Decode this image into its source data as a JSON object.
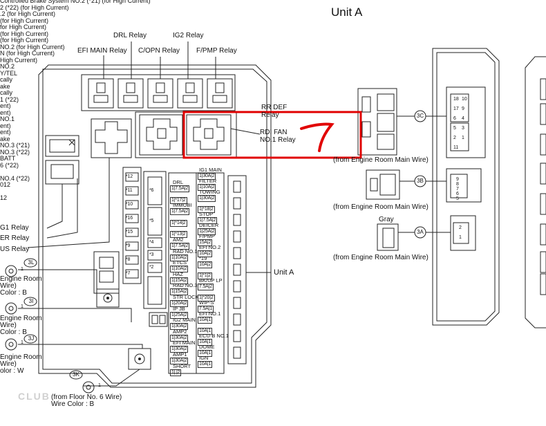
{
  "left_list": [
    "Controlled Brake System NO.2 (*21) (for High Current)",
    "2 (*22) (for High Current)",
    ".2 (for High Current)",
    "(for High Current)",
    "for High Current)",
    "(for High Current)",
    "(for High Current)",
    "NO.2 (for High Current)",
    "N (for High Current)",
    "High Current)",
    "NO.2",
    "Y/TEL",
    "cally",
    "ake",
    "cally",
    "1 (*22)",
    "ent)",
    "ent)",
    "NO.1",
    "ent)",
    "ent)",
    "ake",
    "NO.3 (*21)",
    "NO.3 (*22)",
    "BATT",
    "6 (*22)",
    "",
    "NO.4 (*22)",
    "012",
    "",
    "12"
  ],
  "relays_top": {
    "drl": "DRL Relay",
    "ig2": "IG2 Relay",
    "efi_main": "EFI MAIN Relay",
    "copn": "C/OPN Relay",
    "fpmp": "F/PMP Relay"
  },
  "relays_right": {
    "rr_def": "RR DEF",
    "rr_def_2": "Relay",
    "rdi_fan": "RDI FAN",
    "rdi_fan_2": "NO.1 Relay"
  },
  "relays_left": {
    "ig1": "G1 Relay",
    "er": "ER Relay",
    "us": "US Relay"
  },
  "annotation": "7",
  "unit_a_label": "Unit A",
  "unit_a_title": "Unit A",
  "connectors_left": [
    {
      "id": "3L",
      "line1": "Engine Room",
      "line2": "Wire)",
      "line3": "Color : B"
    },
    {
      "id": "3I",
      "line1": "Engine Room",
      "line2": "Wire)",
      "line3": "Color : B"
    },
    {
      "id": "3J",
      "line1": "Engine Room",
      "line2": "Wire)",
      "line3": "olor : W"
    }
  ],
  "connector_bottom": {
    "id": "3K",
    "line1": "(from Floor No. 6 Wire)",
    "line2": "Wire Color : B"
  },
  "connectors_right": [
    {
      "id": "3C",
      "caption": "(from Engine Room Main Wire)"
    },
    {
      "id": "3B",
      "caption": "(from Engine Room Main Wire)"
    },
    {
      "id": "3A",
      "caption": "(from Engine Room Main Wire)",
      "color": "Gray"
    }
  ],
  "small_fuse_tags": [
    "*12",
    "*11",
    "*10",
    "*16",
    "*15",
    "*9",
    "*8",
    "*7"
  ],
  "mid_fuse_tags": [
    "*6",
    "*5",
    "*4",
    "*3",
    "*2"
  ],
  "fuse_col1": [
    {
      "name": "DRL",
      "tag": "1|7.5A|2"
    },
    {
      "name": "",
      "tag": "1|*17|2"
    },
    {
      "name": "IMMOBI",
      "tag": "1|7.5A|2"
    },
    {
      "name": "",
      "tag": "1|*14|2"
    },
    {
      "name": "",
      "tag": "1|*13|2"
    },
    {
      "name": "AM2",
      "tag": "1|7.5A|2"
    },
    {
      "name": "RAD NO.1",
      "tag": "1|10A|2"
    },
    {
      "name": "ETCS",
      "tag": "1|10A|2"
    },
    {
      "name": "HAZ",
      "tag": "1|15A|2"
    },
    {
      "name": "RAD NO.3",
      "tag": "1|15A|2"
    },
    {
      "name": "STR LOCK",
      "tag": "1|20A|2"
    },
    {
      "name": "IP JB",
      "tag": "1|25A|2"
    },
    {
      "name": "IG2 MAIN",
      "tag": "1|30A|2"
    },
    {
      "name": "AMP2",
      "tag": "1|30A|2"
    },
    {
      "name": "EFI MAIN",
      "tag": "1|30A|2"
    },
    {
      "name": "AMP1",
      "tag": "1|30A|2"
    },
    {
      "name": "SHORT",
      "tag": "1|   |2"
    }
  ],
  "fuse_col2": [
    {
      "name": "IG1 MAIN",
      "tag": "1|30A|2"
    },
    {
      "name": "FILTER",
      "tag": "1|10A|2"
    },
    {
      "name": "TOWING",
      "tag": "1|30A|2"
    },
    {
      "name": "",
      "tag": "1|*18|2"
    },
    {
      "name": "STOP",
      "tag": "1|7.5A|2"
    },
    {
      "name": "DEICER",
      "tag": "1|25A|2"
    },
    {
      "name": "F/PMP",
      "tag": "15A|2"
    },
    {
      "name": "EFI NO.2",
      "tag": "10A|2"
    },
    {
      "name": "*19",
      "tag": "10A|2"
    },
    {
      "name": "",
      "tag": "1|*1|2"
    },
    {
      "name": "BK/UP LP",
      "tag": "7.5A|2"
    },
    {
      "name": "",
      "tag": "1|*20|2"
    },
    {
      "name": "WIP-S",
      "tag": "7.5A|1"
    },
    {
      "name": "EFI NO.1",
      "tag": "10A|1"
    },
    {
      "name": "",
      "tag": "10A|1"
    },
    {
      "name": "ECU-B NO.1",
      "tag": "10A|1"
    },
    {
      "name": "DOME",
      "tag": "10A|1"
    },
    {
      "name": "IGN",
      "tag": "10A|1"
    }
  ],
  "connector_3c_pins": [
    "18",
    "10",
    "17",
    "9",
    "6",
    "4",
    "5",
    "3",
    "2",
    "1",
    "11"
  ],
  "connector_3b_pins": [
    "9",
    "8",
    "7",
    "6",
    "5"
  ],
  "connector_3a_pins": [
    "2",
    "1"
  ],
  "pin_one": "1",
  "watermark": "CLUB"
}
